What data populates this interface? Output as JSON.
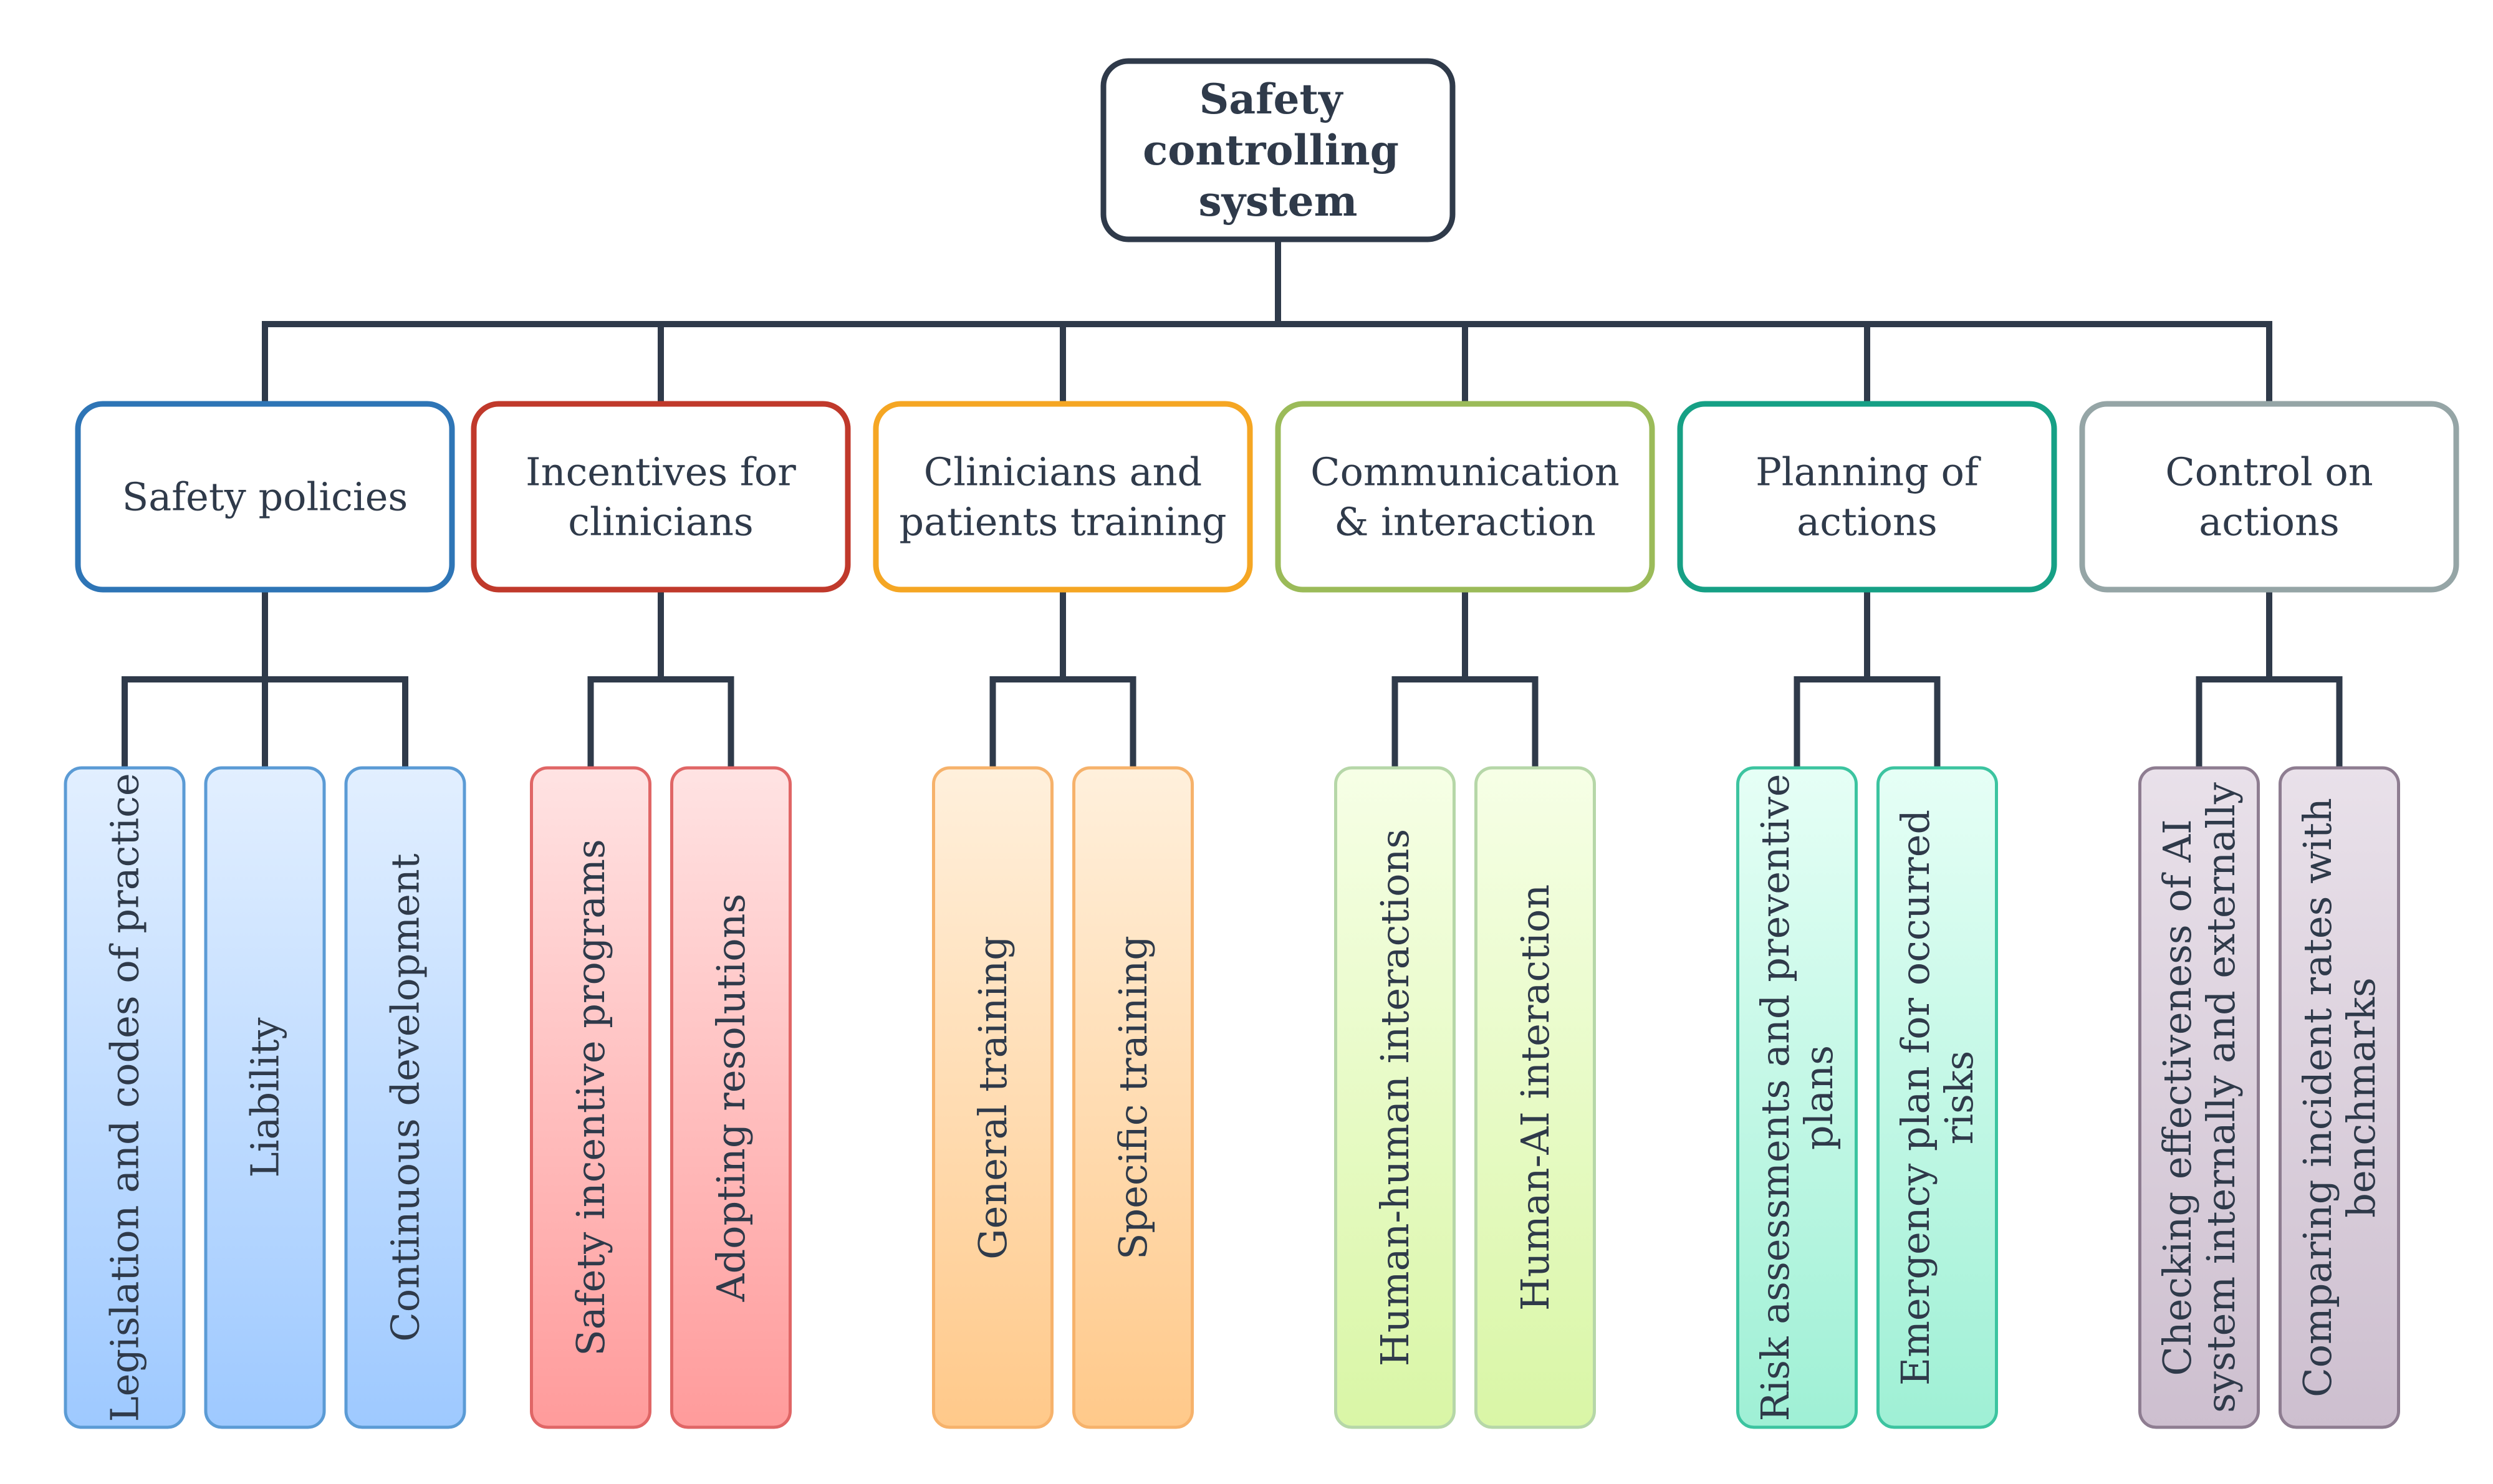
{
  "root": {
    "label": "Safety controlling system",
    "lines": [
      "Safety",
      "controlling",
      "system"
    ]
  },
  "categories": [
    {
      "id": "safety-policies",
      "label": "Safety policies",
      "lines": [
        "Safety policies"
      ],
      "color": "#2e75b6",
      "leaf_fill_top": "#e2efff",
      "leaf_fill_bottom": "#9ec9ff",
      "leaves": [
        {
          "label": "Legislation and codes of practice",
          "lines": [
            "Legislation and codes of practice"
          ]
        },
        {
          "label": "Liability",
          "lines": [
            "Liability"
          ]
        },
        {
          "label": "Continuous development",
          "lines": [
            "Continuous development"
          ]
        }
      ]
    },
    {
      "id": "incentives-for-clinicians",
      "label": "Incentives for clinicians",
      "lines": [
        "Incentives for",
        "clinicians"
      ],
      "color": "#c0392b",
      "leaf_fill_top": "#ffe3e3",
      "leaf_fill_bottom": "#ff9b9b",
      "leaves": [
        {
          "label": "Safety incentive programs",
          "lines": [
            "Safety incentive programs"
          ]
        },
        {
          "label": "Adopting resolutions",
          "lines": [
            "Adopting resolutions"
          ]
        }
      ]
    },
    {
      "id": "clinicians-and-patients-training",
      "label": "Clinicians and patients training",
      "lines": [
        "Clinicians and",
        "patients training"
      ],
      "color": "#f5a623",
      "leaf_fill_top": "#fff0dc",
      "leaf_fill_bottom": "#ffc98a",
      "leaves": [
        {
          "label": "General training",
          "lines": [
            "General training"
          ]
        },
        {
          "label": "Specific training",
          "lines": [
            "Specific training"
          ]
        }
      ]
    },
    {
      "id": "communication-and-interaction",
      "label": "Communication & interaction",
      "lines": [
        "Communication",
        "& interaction"
      ],
      "color": "#9bbb59",
      "leaf_fill_top": "#f6ffe6",
      "leaf_fill_bottom": "#d9f6a6",
      "leaves": [
        {
          "label": "Human-human interactions",
          "lines": [
            "Human-human interactions"
          ]
        },
        {
          "label": "Human-AI interaction",
          "lines": [
            "Human-AI interaction"
          ]
        }
      ]
    },
    {
      "id": "planning-of-actions",
      "label": "Planning of actions",
      "lines": [
        "Planning of",
        "actions"
      ],
      "color": "#16a085",
      "leaf_fill_top": "#e6fff6",
      "leaf_fill_bottom": "#9ff0d5",
      "leaves": [
        {
          "label": "Risk assessments and preventive plans",
          "lines": [
            "Risk assessments and preventive",
            "plans"
          ]
        },
        {
          "label": "Emergency plan for occurred risks",
          "lines": [
            "Emergency plan for occurred",
            "risks"
          ]
        }
      ]
    },
    {
      "id": "control-on-actions",
      "label": "Control on actions",
      "lines": [
        "Control on",
        "actions"
      ],
      "color": "#95a5a6",
      "leaf_fill_top": "#e9e1ea",
      "leaf_fill_bottom": "#cdbfcf",
      "leaves": [
        {
          "label": "Checking effectiveness of AI system internally and externally",
          "lines": [
            "Checking effectiveness of AI",
            "system internally and externally"
          ]
        },
        {
          "label": "Comparing incident rates with benchmarks",
          "lines": [
            "Comparing incident rates with",
            "benchmarks"
          ]
        }
      ]
    }
  ],
  "colors": {
    "connector": "#2f3a4a",
    "text": "#2f3a4a",
    "root_border": "#2f3a4a",
    "leaf_border_safety-policies": "#5b9bd5",
    "leaf_border_incentives-for-clinicians": "#e06666",
    "leaf_border_clinicians-and-patients-training": "#f6b26b",
    "leaf_border_communication-and-interaction": "#b6d7a8",
    "leaf_border_planning-of-actions": "#3cc4a0",
    "leaf_border_control-on-actions": "#8e7d91"
  }
}
